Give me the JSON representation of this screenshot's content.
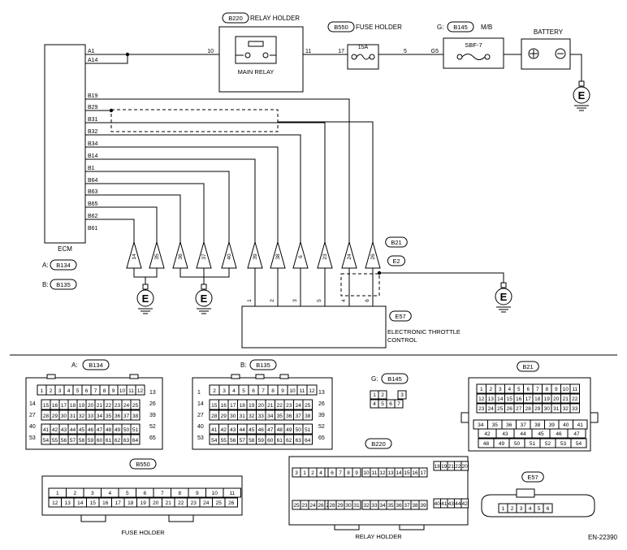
{
  "labels": {
    "ecm": "ECM",
    "a_prefix": "A:",
    "b_prefix": "B:",
    "a_conn": "B134",
    "b_conn": "B135",
    "relay_holder_id": "B220",
    "relay_holder": "RELAY HOLDER",
    "main_relay": "MAIN RELAY",
    "fuse_holder_id": "B550",
    "fuse_holder": "FUSE HOLDER",
    "fuse_rating": "15A",
    "g_prefix": "G:",
    "mb_id": "B145",
    "mb": "M/B",
    "sbf": "SBF-7",
    "battery": "BATTERY",
    "b21": "B21",
    "e2": "E2",
    "e57": "E57",
    "etc_line1": "ELECTRONIC THROTTLE",
    "etc_line2": "CONTROL",
    "ground": "E",
    "fuse_holder_caption": "FUSE HOLDER",
    "relay_holder_caption": "RELAY HOLDER",
    "diagram_code": "EN-22390"
  },
  "ecm_pins": [
    "A1",
    "A14",
    "B19",
    "B29",
    "B31",
    "B32",
    "B34",
    "B14",
    "B1",
    "B64",
    "B63",
    "B65",
    "B62",
    "B61"
  ],
  "power_pins": {
    "relay_in": "10",
    "relay_out": "11",
    "fuse_in": "17",
    "fuse_out": "5",
    "mb": "G5"
  },
  "b21_pins": [
    "14",
    "35",
    "36",
    "37",
    "40",
    "39",
    "38",
    "6",
    "23",
    "24",
    "26"
  ],
  "etc_pins": [
    "1",
    "2",
    "3",
    "5",
    "4",
    "6"
  ],
  "b134": {
    "row1": [
      "1",
      "2",
      "3",
      "4",
      "5",
      "6",
      "7",
      "8",
      "9",
      "10",
      "11",
      "12"
    ],
    "row2": [
      "15",
      "16",
      "17",
      "18",
      "19",
      "20",
      "21",
      "22",
      "23",
      "24",
      "25"
    ],
    "row3": [
      "28",
      "29",
      "30",
      "31",
      "32",
      "33",
      "34",
      "35",
      "36",
      "37",
      "38"
    ],
    "row4": [
      "41",
      "42",
      "43",
      "44",
      "45",
      "46",
      "47",
      "48",
      "49",
      "50",
      "51"
    ],
    "row5": [
      "54",
      "55",
      "56",
      "57",
      "58",
      "59",
      "60",
      "61",
      "62",
      "63",
      "64"
    ],
    "left": [
      "14",
      "27",
      "40",
      "53"
    ],
    "right": [
      "13",
      "26",
      "39",
      "52",
      "65"
    ]
  },
  "b135": {
    "row1": [
      "2",
      "3",
      "4",
      "5",
      "6",
      "7",
      "8",
      "9",
      "10",
      "11",
      "12"
    ],
    "row2": [
      "15",
      "16",
      "17",
      "18",
      "19",
      "20",
      "21",
      "22",
      "23",
      "24",
      "25"
    ],
    "row3": [
      "28",
      "29",
      "30",
      "31",
      "32",
      "33",
      "34",
      "35",
      "36",
      "37",
      "38"
    ],
    "row4": [
      "41",
      "42",
      "43",
      "44",
      "45",
      "46",
      "47",
      "48",
      "49",
      "50",
      "51"
    ],
    "row5": [
      "54",
      "55",
      "56",
      "57",
      "58",
      "59",
      "60",
      "61",
      "62",
      "63",
      "64"
    ],
    "left": [
      "1",
      "14",
      "27",
      "40",
      "53"
    ],
    "right": [
      "13",
      "26",
      "39",
      "52",
      "65"
    ]
  },
  "b145": {
    "row1": [
      "1",
      "2",
      "3"
    ],
    "row2": [
      "4",
      "5",
      "6",
      "7"
    ]
  },
  "b21c": {
    "row1": [
      "2",
      "3",
      "4",
      "5",
      "6",
      "7",
      "8",
      "9",
      "10",
      "11"
    ],
    "row2": [
      "12",
      "13",
      "14",
      "15",
      "16",
      "17",
      "18",
      "19",
      "20",
      "21",
      "22"
    ],
    "row3": [
      "23",
      "24",
      "25",
      "26",
      "27",
      "28",
      "29",
      "30",
      "31",
      "32",
      "33"
    ],
    "row4": [
      "34",
      "35",
      "36",
      "37",
      "38",
      "39",
      "40",
      "41"
    ],
    "row5": [
      "42",
      "43",
      "44",
      "45",
      "46",
      "47"
    ],
    "row6": [
      "48",
      "49",
      "50",
      "51",
      "52",
      "53",
      "54"
    ],
    "first": "1"
  },
  "b550c": {
    "top": [
      "1",
      "2",
      "3",
      "4",
      "5",
      "6",
      "7",
      "8",
      "9",
      "10",
      "11"
    ],
    "bottom": [
      "12",
      "13",
      "14",
      "15",
      "16",
      "17",
      "18",
      "19",
      "20",
      "21",
      "22",
      "23",
      "24",
      "25",
      "26"
    ]
  },
  "b220c": {
    "g1": [
      "3",
      "1",
      "2",
      "4",
      "5",
      "25",
      "23",
      "24",
      "26",
      "27"
    ],
    "g2": [
      "6",
      "7",
      "8",
      "9",
      "28",
      "29",
      "30",
      "31"
    ],
    "g3": [
      "10",
      "11",
      "12",
      "13",
      "32",
      "33",
      "34",
      "35"
    ],
    "g4": [
      "14",
      "15",
      "16",
      "17",
      "36",
      "37",
      "38",
      "39"
    ],
    "g5": [
      "18",
      "19",
      "21",
      "22",
      "20",
      "40",
      "41",
      "43",
      "44",
      "42"
    ]
  },
  "e57c": [
    "1",
    "2",
    "3",
    "4",
    "5",
    "6"
  ]
}
